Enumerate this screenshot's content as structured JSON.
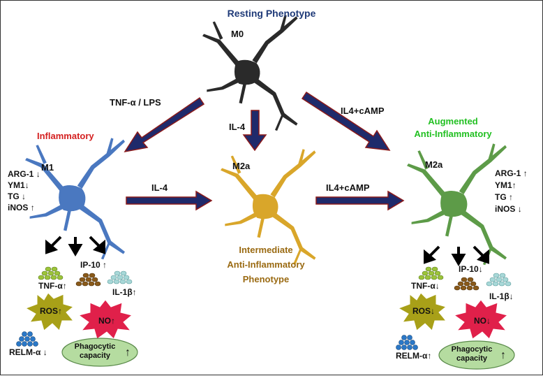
{
  "colors": {
    "arrow_fill": "#1f2a6b",
    "arrow_outline": "#8b1a1a",
    "resting": "#1f3a78",
    "inflammatory": "#d42020",
    "intermediate": "#9a6a12",
    "augmented": "#22c022",
    "cell_m0": "#2a2a2a",
    "cell_m1": "#4a78c0",
    "cell_m2a_mid": "#d9a62a",
    "cell_m2a_right": "#5d9b48",
    "ros_star": "#a8a018",
    "no_star": "#e0204a",
    "phago_ellipse": "#b5dca0"
  },
  "top": {
    "title": "Resting Phenotype",
    "cell_label": "M0"
  },
  "arrows": {
    "left_diag": "TNF-α / LPS",
    "center_down": "IL-4",
    "right_diag": "IL4+cAMP",
    "m1_to_m2a": "IL-4",
    "m2a_to_aug": "IL4+cAMP"
  },
  "m1": {
    "title": "Inflammatory",
    "cell_label": "M1",
    "markers": [
      {
        "name": "ARG-1",
        "arrow": "↓"
      },
      {
        "name": "YM1",
        "arrow": "↓"
      },
      {
        "name": "TG",
        "arrow": "↓"
      },
      {
        "name": "iNOS",
        "arrow": "↑"
      }
    ],
    "cytokines": {
      "tnf": {
        "name": "TNF-α",
        "arrow": "↑"
      },
      "ip10": {
        "name": "IP-10",
        "arrow": "↑"
      },
      "il1b": {
        "name": "IL-1β",
        "arrow": "↑"
      },
      "ros": {
        "name": "ROS",
        "arrow": "↑"
      },
      "no": {
        "name": "NO",
        "arrow": "↑"
      },
      "relm": {
        "name": "RELM-α",
        "arrow": "↓"
      },
      "phago": {
        "line1": "Phagocytic",
        "line2": "capacity",
        "arrow": "↑"
      }
    }
  },
  "intermediate": {
    "cell_label": "M2a",
    "caption": [
      "Intermediate",
      "Anti-Inflammatory",
      "Phenotype"
    ]
  },
  "augmented": {
    "title": [
      "Augmented",
      "Anti-Inflammatory"
    ],
    "cell_label": "M2a",
    "markers": [
      {
        "name": "ARG-1",
        "arrow": "↑"
      },
      {
        "name": "YM1",
        "arrow": "↑"
      },
      {
        "name": "TG",
        "arrow": "↑"
      },
      {
        "name": "iNOS",
        "arrow": "↓"
      }
    ],
    "cytokines": {
      "tnf": {
        "name": "TNF-α",
        "arrow": "↓"
      },
      "ip10": {
        "name": "IP-10",
        "arrow": "↓"
      },
      "il1b": {
        "name": "IL-1β",
        "arrow": "↓"
      },
      "ros": {
        "name": "ROS",
        "arrow": "↓"
      },
      "no": {
        "name": "NO",
        "arrow": "↓"
      },
      "relm": {
        "name": "RELM-α",
        "arrow": "↑"
      },
      "phago": {
        "line1": "Phagocytic",
        "line2": "capacity",
        "arrow": "↑"
      }
    }
  }
}
